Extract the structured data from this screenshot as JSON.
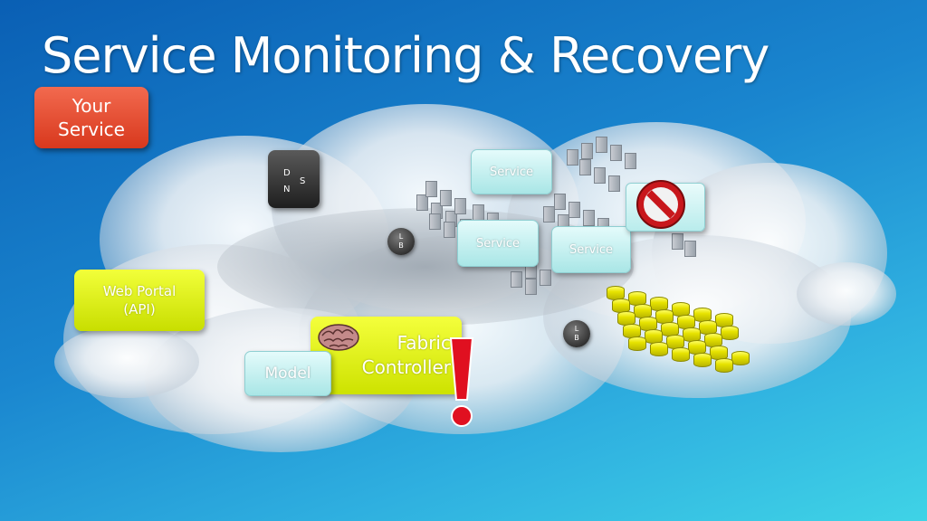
{
  "slide": {
    "title": "Service Monitoring & Recovery"
  },
  "nodes": {
    "your_service": "Your Service",
    "dns": {
      "letters": [
        "D",
        "N",
        "S"
      ]
    },
    "load_balancers": [
      {
        "label_line1": "L",
        "label_line2": "B"
      },
      {
        "label_line1": "L",
        "label_line2": "B"
      }
    ],
    "services": [
      "Service",
      "Service",
      "Service"
    ],
    "web_portal": {
      "line1": "Web Portal",
      "line2": "(API)"
    },
    "fabric_controller": {
      "line1": "Fabric",
      "line2": "Controller"
    },
    "model": "Model"
  },
  "icons": {
    "failure": "no-entry-icon",
    "alert": "exclamation-icon",
    "brain": "brain-icon",
    "servers": "server-rack-icon",
    "storage": "storage-disk-icon"
  },
  "colors": {
    "background_start": "#0a5fb4",
    "background_end": "#3fd3e6",
    "your_service": "#e2452a",
    "web_portal": "#dff000",
    "fabric_controller": "#e4f500",
    "service_tile": "#bff0f0",
    "alert": "#e01020"
  }
}
